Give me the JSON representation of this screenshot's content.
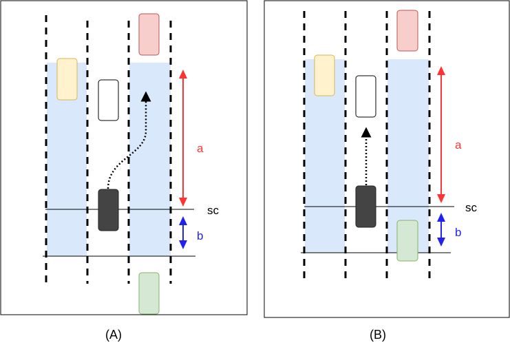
{
  "colors": {
    "lane_fill": "#dae8fc",
    "car_yellow_fill": "#fff2cc",
    "car_yellow_stroke": "#d6b656",
    "car_red_fill": "#f8cecc",
    "car_red_stroke": "#b85450",
    "car_green_fill": "#d5e8d4",
    "car_green_stroke": "#82b366",
    "ego_fill": "#444444",
    "arrow_a": "#ff3333",
    "arrow_b": "#2222ee"
  },
  "panels": [
    {
      "caption": "(A)",
      "label_a": "a",
      "label_b": "b",
      "label_sc": "sc",
      "maneuver": "lane-change"
    },
    {
      "caption": "(B)",
      "label_a": "a",
      "label_b": "b",
      "label_sc": "sc",
      "maneuver": "follow"
    }
  ]
}
